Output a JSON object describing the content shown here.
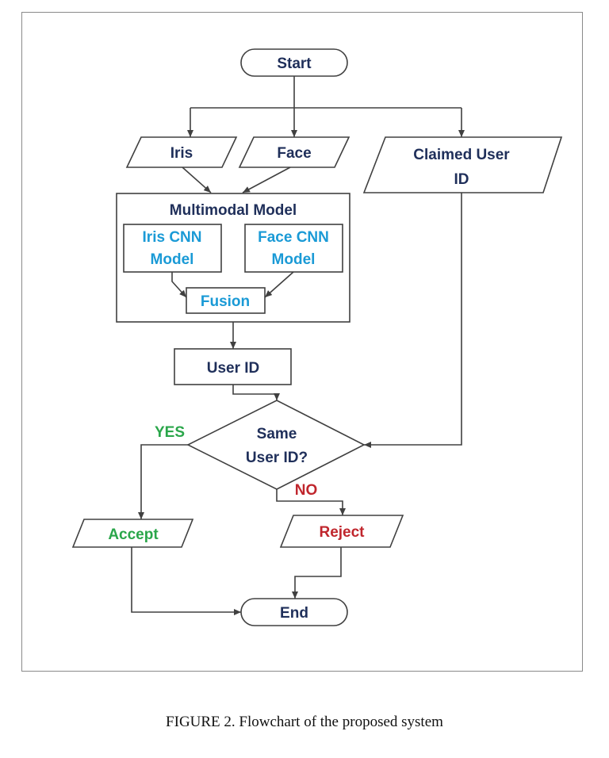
{
  "colors": {
    "dark_text": "#1f2f5a",
    "blue_text": "#1a9ad6",
    "green_text": "#2aa64a",
    "red_text": "#c0262d",
    "stroke": "#404040"
  },
  "nodes": {
    "start": "Start",
    "iris": "Iris",
    "face": "Face",
    "claimed_line1": "Claimed User",
    "claimed_line2": "ID",
    "multimodal": "Multimodal Model",
    "iris_cnn_line1": "Iris CNN",
    "iris_cnn_line2": "Model",
    "face_cnn_line1": "Face CNN",
    "face_cnn_line2": "Model",
    "fusion": "Fusion",
    "user_id": "User ID",
    "decision_line1": "Same",
    "decision_line2": "User ID?",
    "yes": "YES",
    "no": "NO",
    "accept": "Accept",
    "reject": "Reject",
    "end": "End"
  },
  "caption": "FIGURE 2. Flowchart of the proposed system"
}
